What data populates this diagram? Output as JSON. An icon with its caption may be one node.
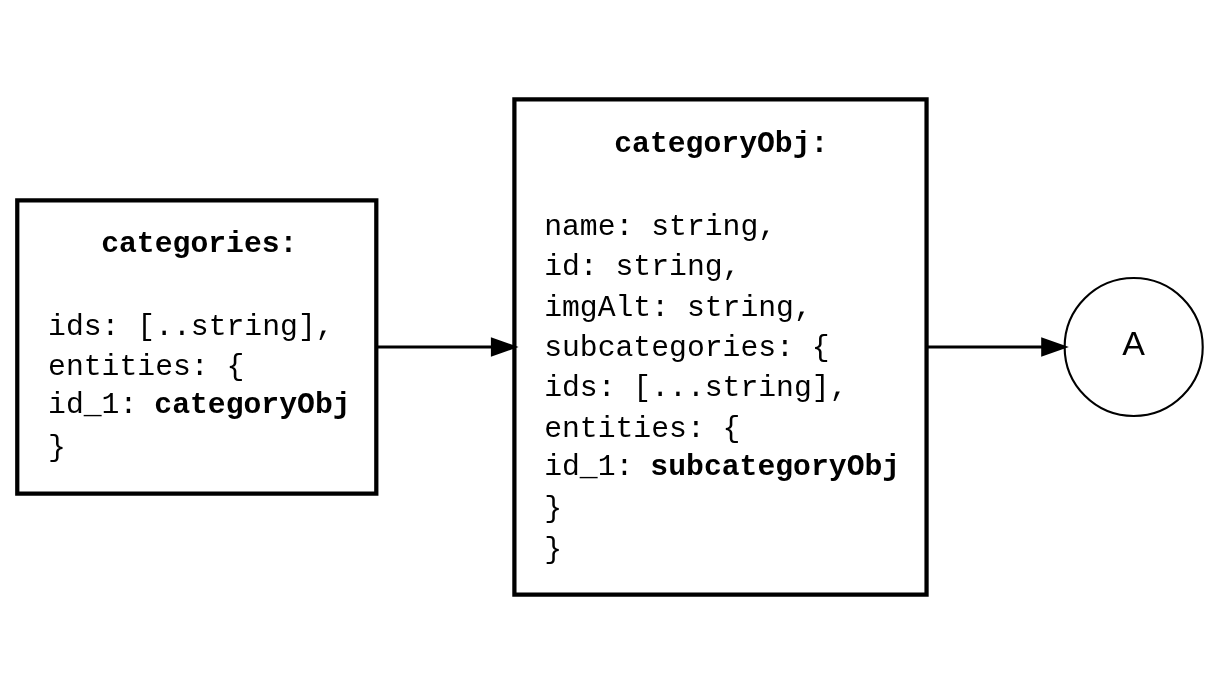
{
  "diagram": {
    "nodes": [
      {
        "text": [
          "categories:",
          "ids: [..string],",
          "entities: {",
          "id_1: **categoryObj**",
          "}"
        ]
      },
      {
        "text": [
          "categoryObj:",
          "name: string,",
          "id: string,",
          "imgAlt: string,",
          "subcategories: {",
          "ids: [...string],",
          "entities: {",
          "id_1: **subcategoryObj**",
          "}",
          "}"
        ]
      },
      {
        "text": [
          "A"
        ]
      }
    ],
    "edges": [
      {
        "from": 0,
        "to": 1,
        "arrow": "to"
      },
      {
        "from": 1,
        "to": 2,
        "arrow": "to"
      }
    ]
  }
}
